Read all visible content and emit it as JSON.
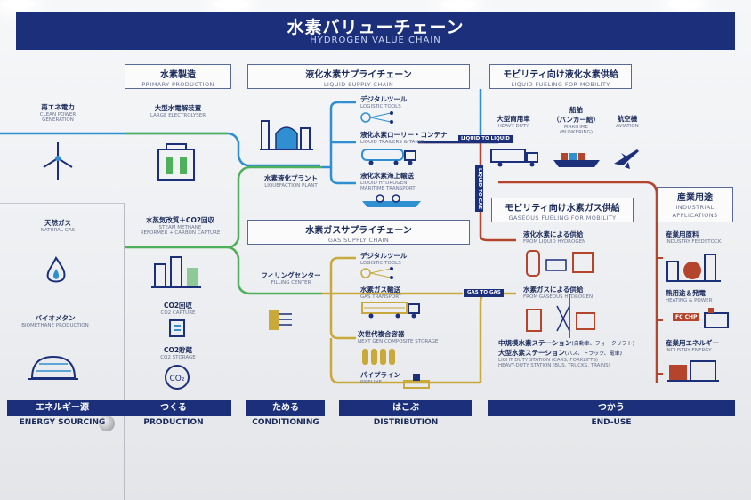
{
  "banner": {
    "title": "水素バリューチェーン",
    "subtitle": "HYDROGEN VALUE CHAIN"
  },
  "sections": {
    "primary": {
      "jp": "水素製造",
      "en": "PRIMARY PRODUCTION"
    },
    "liquid": {
      "jp": "液化水素サプライチェーン",
      "en": "LIQUID SUPPLY CHAIN"
    },
    "liquid_mobility": {
      "jp": "モビリティ向け液化水素供給",
      "en": "LIQUID FUELING FOR MOBILITY"
    },
    "gas": {
      "jp": "水素ガスサプライチェーン",
      "en": "GAS SUPPLY CHAIN"
    },
    "gas_mobility": {
      "jp": "モビリティ向け水素ガス供給",
      "en": "GASEOUS FUELING FOR MOBILITY"
    },
    "industrial": {
      "jp": "産業用途",
      "en1": "INDUSTRIAL",
      "en2": "APPLICATIONS"
    }
  },
  "nodes": {
    "renewable": {
      "jp": "再エネ電力",
      "en1": "CLEAN POWER",
      "en2": "GENERATION"
    },
    "natural_gas": {
      "jp": "天然ガス",
      "en": "NATURAL GAS"
    },
    "biomethane": {
      "jp": "バイオメタン",
      "en": "BIOMETHANE PRODUCTION"
    },
    "electrolyser": {
      "jp": "大型水電解装置",
      "en": "LARGE ELECTROLYSER"
    },
    "reformer": {
      "jp": "水蒸気改質＋CO2回収",
      "en1": "STEAM METHANE",
      "en2": "REFORMER + CARBON CAPTURE"
    },
    "co2_capture": {
      "jp": "CO2回収",
      "en": "CO2 CAPTURE"
    },
    "co2_storage": {
      "jp": "CO2貯蔵",
      "en": "CO2 STORAGE"
    },
    "liquefaction": {
      "jp": "水素液化プラント",
      "en": "LIQUEFACTION PLANT"
    },
    "filling": {
      "jp": "フィリングセンター",
      "en": "FILLING CENTER"
    },
    "digital_1": {
      "jp": "デジタルツール",
      "en": "LOGISTIC TOOLS"
    },
    "liquid_trailers": {
      "jp": "液化水素ローリー・コンテナ",
      "en": "LIQUID TRAILERS & TANKS"
    },
    "maritime": {
      "jp": "液化水素海上輸送",
      "en1": "LIQUID HYDROGEN",
      "en2": "MARITIME TRANSPORT"
    },
    "digital_2": {
      "jp": "デジタルツール",
      "en": "LOGISTIC TOOLS"
    },
    "gas_transport": {
      "jp": "水素ガス輸送",
      "en": "GAS TRANSPORT"
    },
    "composite": {
      "jp": "次世代複合容器",
      "en": "NEXT GEN COMPOSITE STORAGE"
    },
    "pipeline": {
      "jp": "パイプライン",
      "en": "PIPELINE"
    },
    "heavy_duty": {
      "jp": "大型商用車",
      "en": "HEAVY DUTY"
    },
    "bunkering": {
      "jp": "船舶",
      "jp2": "（バンカー給）",
      "en1": "MARITIME",
      "en2": "(BUNKERING)"
    },
    "aviation": {
      "jp": "航空機",
      "en": "AVIATION"
    },
    "from_liquid": {
      "jp": "液化水素による供給",
      "en": "FROM LIQUID HYDROGEN"
    },
    "from_gas": {
      "jp": "水素ガスによる供給",
      "en": "FROM GASEOUS HYDROGEN"
    },
    "station_mid": {
      "jp": "中規模水素ステーション",
      "jp_note": "(自動車、フォークリフト)"
    },
    "station_large": {
      "jp": "大型水素ステーション",
      "jp_note": "(バス、トラック、電車)"
    },
    "station_en1": "LIGHT DUTY STATION (CARS, FORKLIFTS)",
    "station_en2": "HEAVY-DUTY STATION (BUS, TRUCKS, TRAINS)",
    "feedstock": {
      "jp": "産業用原料",
      "en": "INDUSTRY FEEDSTOCK"
    },
    "heating": {
      "jp": "熱用途＆発電",
      "en": "HEATING & POWER"
    },
    "industry_energy": {
      "jp": "産業用エネルギー",
      "en": "INDUSTRY ENERGY"
    },
    "fc_chp": "FC CHP"
  },
  "tags": {
    "liquid_to_liquid": "LIQUID TO LIQUID",
    "liquid_to_gas": "LIQUID TO GAS",
    "gas_to_gas": "GAS TO GAS"
  },
  "footer": [
    {
      "jp": "エネルギー源",
      "en": "ENERGY SOURCING"
    },
    {
      "jp": "つくる",
      "en": "PRODUCTION"
    },
    {
      "jp": "ためる",
      "en": "CONDITIONING"
    },
    {
      "jp": "はこぶ",
      "en": "DISTRIBUTION"
    },
    {
      "jp": "つかう",
      "en": "END-USE"
    }
  ],
  "colors": {
    "blue": "#1c2f7a",
    "light_blue": "#2f8fd0",
    "green": "#4fb05a",
    "olive": "#c9a93a",
    "red": "#b5442c",
    "navy": "#1c2f7a"
  }
}
